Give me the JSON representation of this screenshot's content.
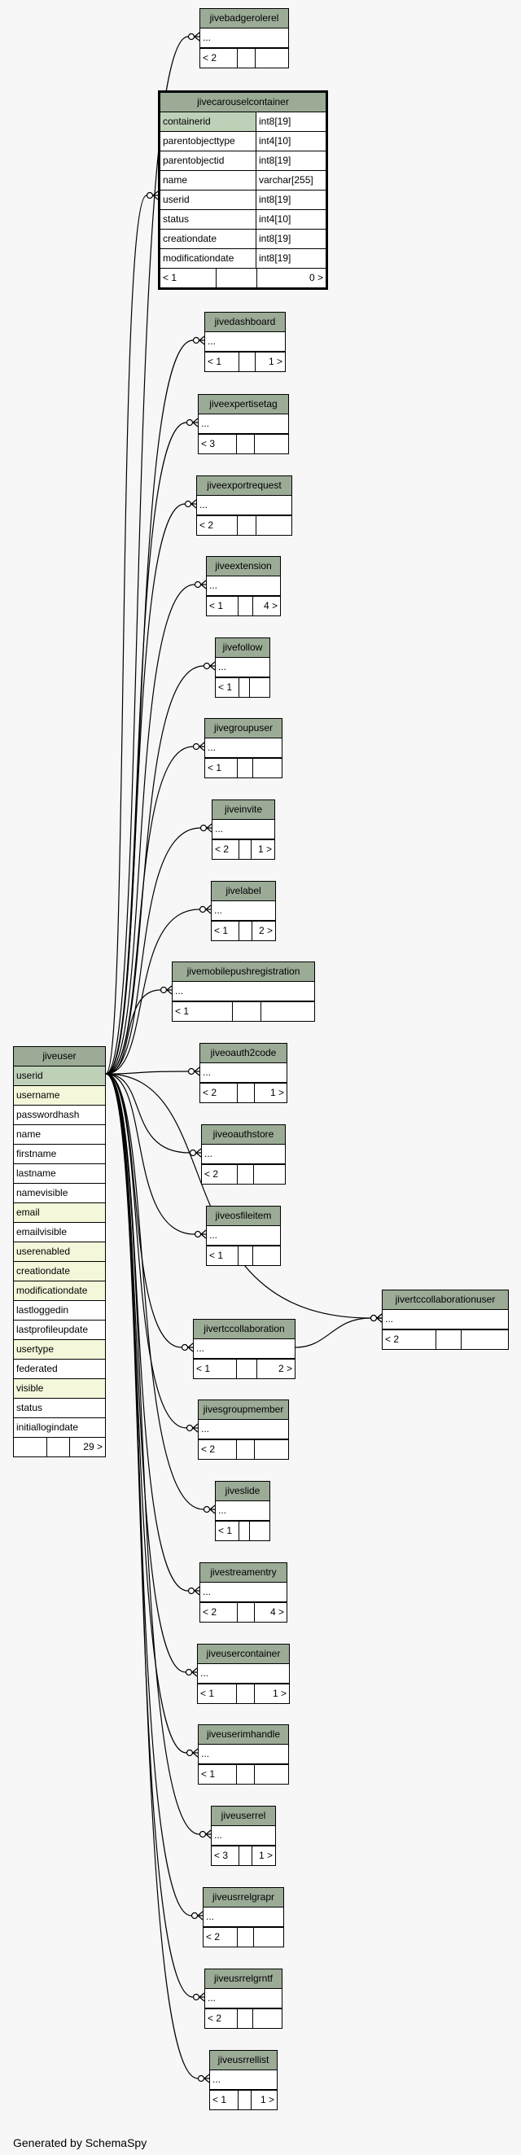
{
  "footer": "Generated by SchemaSpy",
  "main_table": {
    "name": "jiveuser",
    "columns": [
      {
        "name": "userid",
        "kind": "key"
      },
      {
        "name": "username",
        "kind": "idx"
      },
      {
        "name": "passwordhash",
        "kind": ""
      },
      {
        "name": "name",
        "kind": ""
      },
      {
        "name": "firstname",
        "kind": ""
      },
      {
        "name": "lastname",
        "kind": ""
      },
      {
        "name": "namevisible",
        "kind": ""
      },
      {
        "name": "email",
        "kind": "idx"
      },
      {
        "name": "emailvisible",
        "kind": ""
      },
      {
        "name": "userenabled",
        "kind": "idx"
      },
      {
        "name": "creationdate",
        "kind": "idx"
      },
      {
        "name": "modificationdate",
        "kind": "idx"
      },
      {
        "name": "lastloggedin",
        "kind": ""
      },
      {
        "name": "lastprofileupdate",
        "kind": ""
      },
      {
        "name": "usertype",
        "kind": "idx"
      },
      {
        "name": "federated",
        "kind": ""
      },
      {
        "name": "visible",
        "kind": "idx"
      },
      {
        "name": "status",
        "kind": ""
      },
      {
        "name": "initiallogindate",
        "kind": ""
      }
    ],
    "footer": [
      "",
      "",
      "29 >"
    ]
  },
  "carousel_table": {
    "name": "jivecarouselcontainer",
    "columns": [
      {
        "name": "containerid",
        "type": "int8[19]",
        "kind": "key"
      },
      {
        "name": "parentobjecttype",
        "type": "int4[10]",
        "kind": ""
      },
      {
        "name": "parentobjectid",
        "type": "int8[19]",
        "kind": ""
      },
      {
        "name": "name",
        "type": "varchar[255]",
        "kind": ""
      },
      {
        "name": "userid",
        "type": "int8[19]",
        "kind": ""
      },
      {
        "name": "status",
        "type": "int4[10]",
        "kind": ""
      },
      {
        "name": "creationdate",
        "type": "int8[19]",
        "kind": ""
      },
      {
        "name": "modificationdate",
        "type": "int8[19]",
        "kind": ""
      }
    ],
    "footer": [
      "< 1",
      "",
      "0 >"
    ]
  },
  "tables": [
    {
      "name": "jivebadgerolerel",
      "footer": [
        "< 2",
        "",
        ""
      ]
    },
    {
      "name": "jivedashboard",
      "footer": [
        "< 1",
        "",
        "1 >"
      ]
    },
    {
      "name": "jiveexpertisetag",
      "footer": [
        "< 3",
        "",
        ""
      ]
    },
    {
      "name": "jiveexportrequest",
      "footer": [
        "< 2",
        "",
        ""
      ]
    },
    {
      "name": "jiveextension",
      "footer": [
        "< 1",
        "",
        "4 >"
      ]
    },
    {
      "name": "jivefollow",
      "footer": [
        "< 1",
        "",
        ""
      ]
    },
    {
      "name": "jivegroupuser",
      "footer": [
        "< 1",
        "",
        ""
      ]
    },
    {
      "name": "jiveinvite",
      "footer": [
        "< 2",
        "",
        "1 >"
      ]
    },
    {
      "name": "jivelabel",
      "footer": [
        "< 1",
        "",
        "2 >"
      ]
    },
    {
      "name": "jivemobilepushregistration",
      "footer": [
        "< 1",
        "",
        ""
      ]
    },
    {
      "name": "jiveoauth2code",
      "footer": [
        "< 2",
        "",
        "1 >"
      ]
    },
    {
      "name": "jiveoauthstore",
      "footer": [
        "< 2",
        "",
        ""
      ]
    },
    {
      "name": "jiveosfileitem",
      "footer": [
        "< 1",
        "",
        ""
      ]
    },
    {
      "name": "jivertccollaboration",
      "footer": [
        "< 1",
        "",
        "2 >"
      ]
    },
    {
      "name": "jivesgroupmember",
      "footer": [
        "< 2",
        "",
        ""
      ]
    },
    {
      "name": "jiveslide",
      "footer": [
        "< 1",
        "",
        ""
      ]
    },
    {
      "name": "jivestreamentry",
      "footer": [
        "< 2",
        "",
        "4 >"
      ]
    },
    {
      "name": "jiveusercontainer",
      "footer": [
        "< 1",
        "",
        "1 >"
      ]
    },
    {
      "name": "jiveuserimhandle",
      "footer": [
        "< 1",
        "",
        ""
      ]
    },
    {
      "name": "jiveuserrel",
      "footer": [
        "< 3",
        "",
        "1 >"
      ]
    },
    {
      "name": "jiveusrrelgrapr",
      "footer": [
        "< 2",
        "",
        ""
      ]
    },
    {
      "name": "jiveusrrelgrntf",
      "footer": [
        "< 2",
        "",
        ""
      ]
    },
    {
      "name": "jiveusrrellist",
      "footer": [
        "< 1",
        "",
        "1 >"
      ]
    },
    {
      "name": "jivertccollaborationuser",
      "footer": [
        "< 2",
        "",
        ""
      ]
    }
  ],
  "ellipsis": "...",
  "colors": {
    "header": "#9bab96",
    "key": "#bed1b8",
    "index": "#f4f7da",
    "background": "#f7f7f7"
  }
}
